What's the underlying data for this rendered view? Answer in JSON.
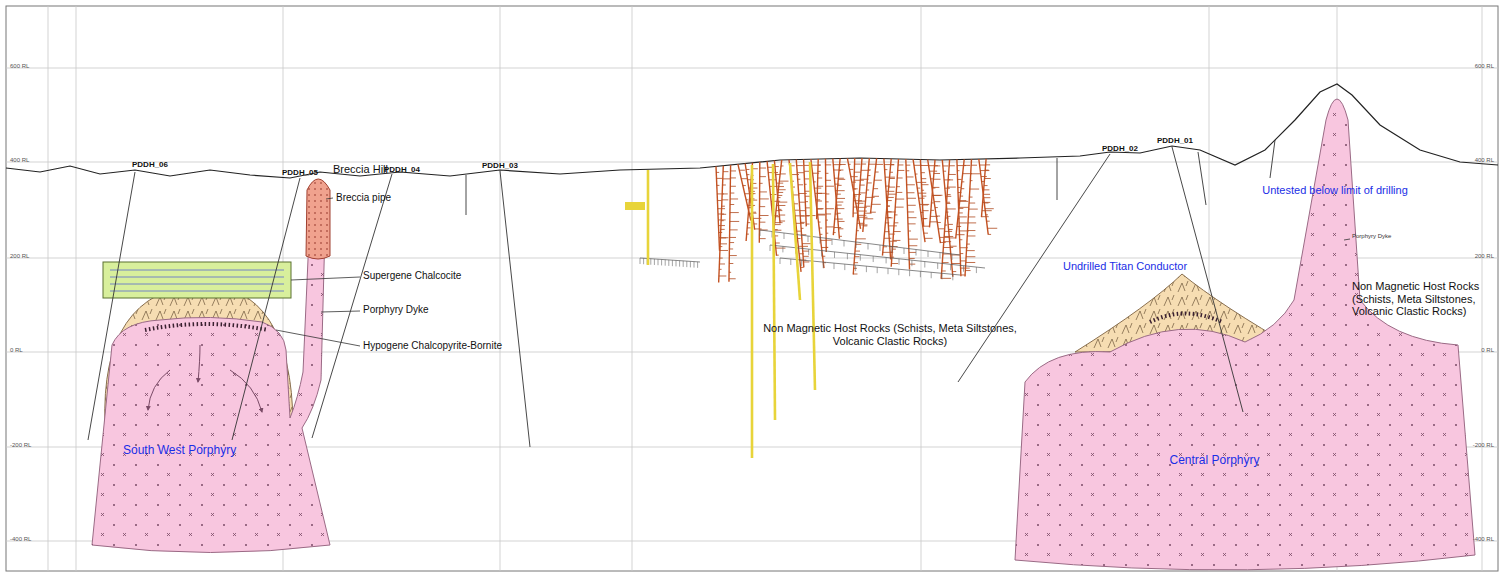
{
  "diagram": {
    "nodes": [
      {
        "text": [
          "South West Porphyry"
        ]
      },
      {
        "text": [
          "Central Porphyry"
        ]
      }
    ],
    "labels": [
      "PDDH_06",
      "PDDH_05",
      "Breccia Hill",
      "PDDH_04",
      "PDDH_03",
      "Breccia pipe",
      "Supergene Chalcocite",
      "Porphyry Dyke",
      "Hypogene Chalcopyrite-Bornite",
      "Non Magnetic Host Rocks (Schists, Meta Siltstones, Volcanic Clastic Rocks)",
      "Undrilled Titan Conductor",
      "PDDH_02",
      "PDDH_01",
      "Untested below limit of drilling",
      "Non Magnetic Host Rocks (Schists, Meta Siltstones, Volcanic Clastic Rocks)",
      "Porphyry Dyke",
      "600 RL",
      "400 RL",
      "200 RL",
      "0 RL",
      "-200 RL",
      "-400 RL",
      "600 RL",
      "400 RL",
      "200 RL",
      "0 RL",
      "-200 RL",
      "-400 RL"
    ]
  }
}
